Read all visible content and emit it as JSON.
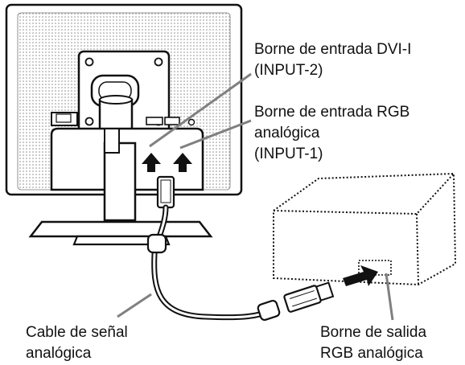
{
  "labels": {
    "dvi_port": "Borne de entrada DVI-I",
    "dvi_port_input": "(INPUT-2)",
    "rgb_port": "Borne de entrada RGB",
    "rgb_port_type": "analógica",
    "rgb_port_input": "(INPUT-1)",
    "cable": "Cable de señal",
    "cable_type": "analógica",
    "output_port": "Borne de salida",
    "output_port_type": "RGB analógica"
  },
  "colors": {
    "outline": "#111111",
    "pointer_line": "#808080",
    "stipple": "#9a9a9a",
    "background": "#ffffff"
  }
}
